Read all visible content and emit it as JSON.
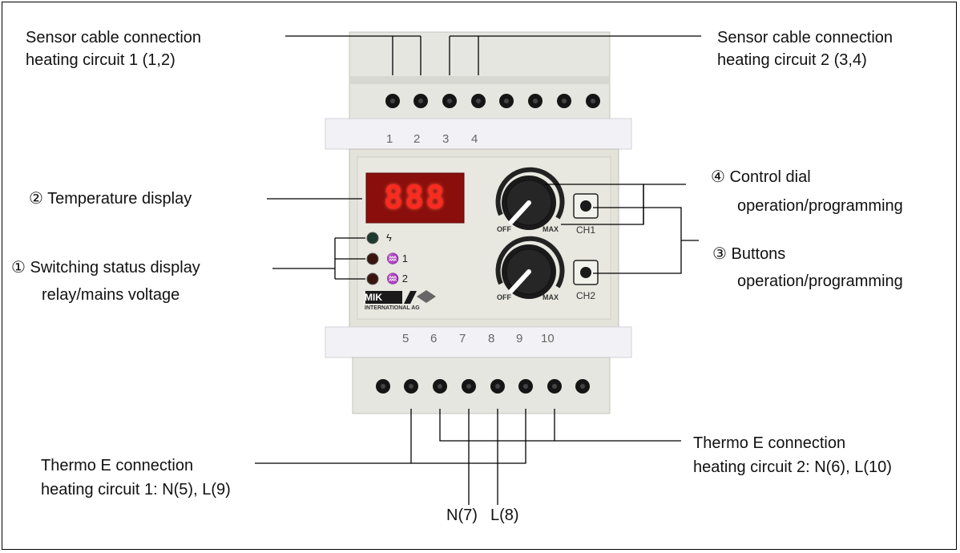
{
  "labels": {
    "sensor1_line1": "Sensor cable connection",
    "sensor1_line2": "heating circuit 1 (1,2)",
    "sensor2_line1": "Sensor cable connection",
    "sensor2_line2": "heating circuit 2 (3,4)",
    "temp_display": "② Temperature display",
    "switching_line1": "① Switching status display",
    "switching_line2": "relay/mains voltage",
    "control_line1": "④ Control dial",
    "control_line2": "operation/programming",
    "buttons_line1": "③ Buttons",
    "buttons_line2": "operation/programming",
    "thermo1_line1": "Thermo E connection",
    "thermo1_line2": "heating circuit 1: N(5), L(9)",
    "thermo2_line1": "Thermo E connection",
    "thermo2_line2": "heating circuit 2: N(6), L(10)",
    "n7": "N(7)",
    "l8": "L(8)"
  },
  "device": {
    "top_numbers": [
      "1",
      "2",
      "3",
      "4"
    ],
    "bottom_numbers": [
      "5",
      "6",
      "7",
      "8",
      "9",
      "10"
    ],
    "display_digits": "888",
    "led_symbols": [
      "ϟ",
      "♒ 1",
      "♒ 2"
    ],
    "knob_off": "OFF",
    "knob_max": "MAX",
    "ch1": "CH1",
    "ch2": "CH2",
    "brand": "MIK",
    "brand_sub": "INTERNATIONAL AG"
  }
}
